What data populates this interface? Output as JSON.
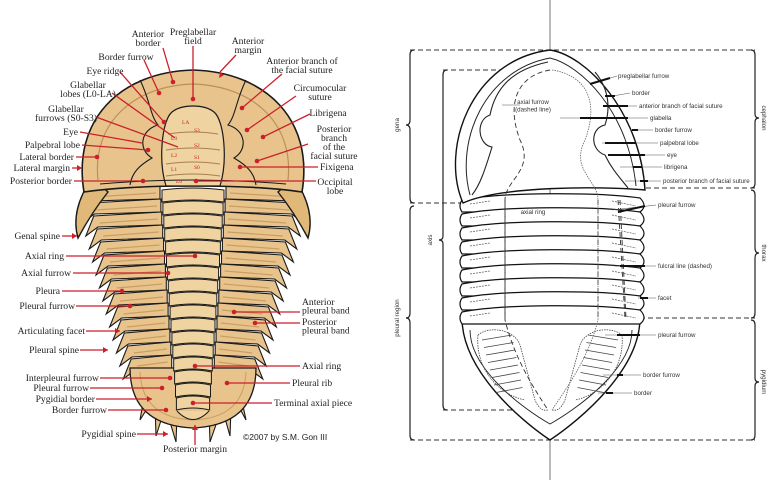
{
  "left_figure": {
    "colors": {
      "body": "#e8c48c",
      "shade": "#c99e62",
      "outline": "#1a1a1a",
      "leader": "#cc1f2a"
    },
    "labels": {
      "anterior_border": [
        "Anterior",
        "border"
      ],
      "preglabellar_field": [
        "Preglabellar",
        "field"
      ],
      "anterior_margin": [
        "Anterior",
        "margin"
      ],
      "anterior_branch": [
        "Anterior branch of",
        "the facial suture"
      ],
      "circumocular": [
        "Circumocular",
        "suture"
      ],
      "librigena": "Librigena",
      "posterior_branch": [
        "Posterior",
        "branch",
        "of the",
        "facial suture"
      ],
      "fixigena": "Fixigena",
      "occipital_lobe": [
        "Occipital",
        "lobe"
      ],
      "border_furrow_top": "Border furrow",
      "eye_ridge": "Eye ridge",
      "glabellar_lobes": [
        "Glabellar",
        "lobes (L0-LA)"
      ],
      "glabellar_furrows": [
        "Glabellar",
        "furrows (S0-S3)"
      ],
      "eye": "Eye",
      "palpebral_lobe": "Palpebral lobe",
      "lateral_border": "Lateral border",
      "lateral_margin": "Lateral margin",
      "posterior_border": "Posterior border",
      "genal_spine": "Genal spine",
      "axial_ring": "Axial ring",
      "axial_furrow": "Axial furrow",
      "pleura": "Pleura",
      "pleural_furrow": "Pleural furrow",
      "articulating_facet": "Articulating facet",
      "pleural_spine": "Pleural spine",
      "interpleural_furrow": "Interpleural furrow",
      "pleural_furrow_2": "Pleural furrow",
      "pygidial_border": "Pygidial border",
      "border_furrow": "Border furrow",
      "pygidial_spine": "Pygidial spine",
      "posterior_margin": "Posterior margin",
      "anterior_pleural_band": [
        "Anterior",
        "pleural band"
      ],
      "posterior_pleural_band": [
        "Posterior",
        "pleural band"
      ],
      "axial_ring_2": "Axial ring",
      "pleural_rib": "Pleural rib",
      "terminal_axial_piece": "Terminal axial piece"
    },
    "glabella_marks": [
      "LA",
      "S3",
      "L3",
      "S2",
      "L2",
      "S1",
      "L1",
      "S0",
      "L0"
    ],
    "copyright": "©2007 by S.M. Gon III"
  },
  "right_figure": {
    "labels": {
      "preglabellar_furrow": "preglabellar furrow",
      "border": "border",
      "anterior_branch": "anterior branch of facial suture",
      "glabella": "glabella",
      "border_furrow": "border furrow",
      "palpebral_lobe": "palpebral lobe",
      "eye": "eye",
      "librigena": "librigena",
      "posterior_branch": "posterior branch of facial suture",
      "pleural_furrow": "pleural furrow",
      "axial_furrow": [
        "axial furrow",
        "(dashed line)"
      ],
      "axial_ring": "axial ring",
      "fulcral_line": "fulcral line (dashed)",
      "facet": "facet",
      "pleural_furrow_2": "pleural furrow",
      "border_furrow_2": "border furrow",
      "border_2": "border"
    },
    "brackets": {
      "gena": "gena",
      "axis": "axis",
      "pleural_region": "pleural region",
      "cephalon": "cephalon",
      "thorax": "thorax",
      "pygidium": "pygidium"
    }
  }
}
